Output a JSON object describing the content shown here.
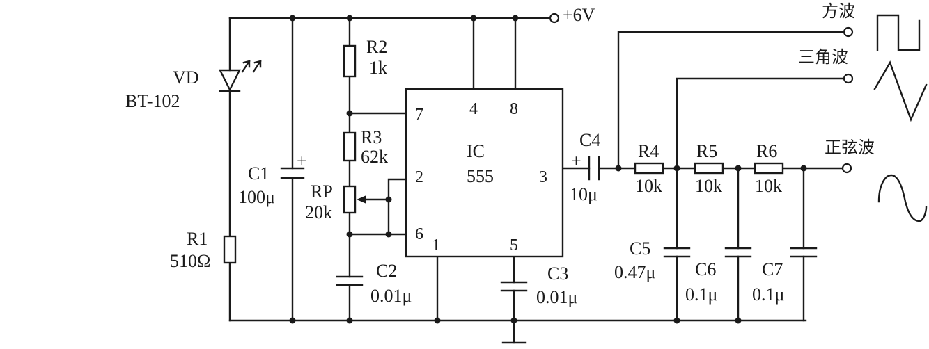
{
  "supply": {
    "label": "+6V"
  },
  "led": {
    "ref": "VD",
    "part": "BT-102"
  },
  "ic": {
    "ref": "IC",
    "part": "555",
    "pins": {
      "p7": "7",
      "p4": "4",
      "p8": "8",
      "p2": "2",
      "p6": "6",
      "p3": "3",
      "p1": "1",
      "p5": "5"
    }
  },
  "resistors": {
    "r1": {
      "ref": "R1",
      "value": "510Ω"
    },
    "r2": {
      "ref": "R2",
      "value": "1k"
    },
    "r3": {
      "ref": "R3",
      "value": "62k"
    },
    "rp": {
      "ref": "RP",
      "value": "20k"
    },
    "r4": {
      "ref": "R4",
      "value": "10k"
    },
    "r5": {
      "ref": "R5",
      "value": "10k"
    },
    "r6": {
      "ref": "R6",
      "value": "10k"
    }
  },
  "capacitors": {
    "c1": {
      "ref": "C1",
      "value": "100μ",
      "polarity": "+"
    },
    "c2": {
      "ref": "C2",
      "value": "0.01μ"
    },
    "c3": {
      "ref": "C3",
      "value": "0.01μ"
    },
    "c4": {
      "ref": "C4",
      "value": "10μ",
      "polarity": "+"
    },
    "c5": {
      "ref": "C5",
      "value": "0.47μ"
    },
    "c6": {
      "ref": "C6",
      "value": "0.1μ"
    },
    "c7": {
      "ref": "C7",
      "value": "0.1μ"
    }
  },
  "outputs": {
    "square": "方波",
    "triangle": "三角波",
    "sine": "正弦波"
  }
}
